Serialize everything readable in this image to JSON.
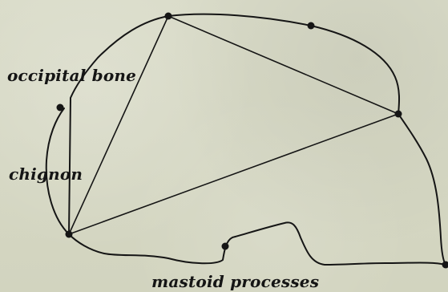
{
  "labels": {
    "occipital_bone": "occipital bone",
    "chignon": "chignon",
    "mastoid_processes": "mastoid processes"
  },
  "colors": {
    "ink": "#151515",
    "paper": "#d6d8c5"
  }
}
